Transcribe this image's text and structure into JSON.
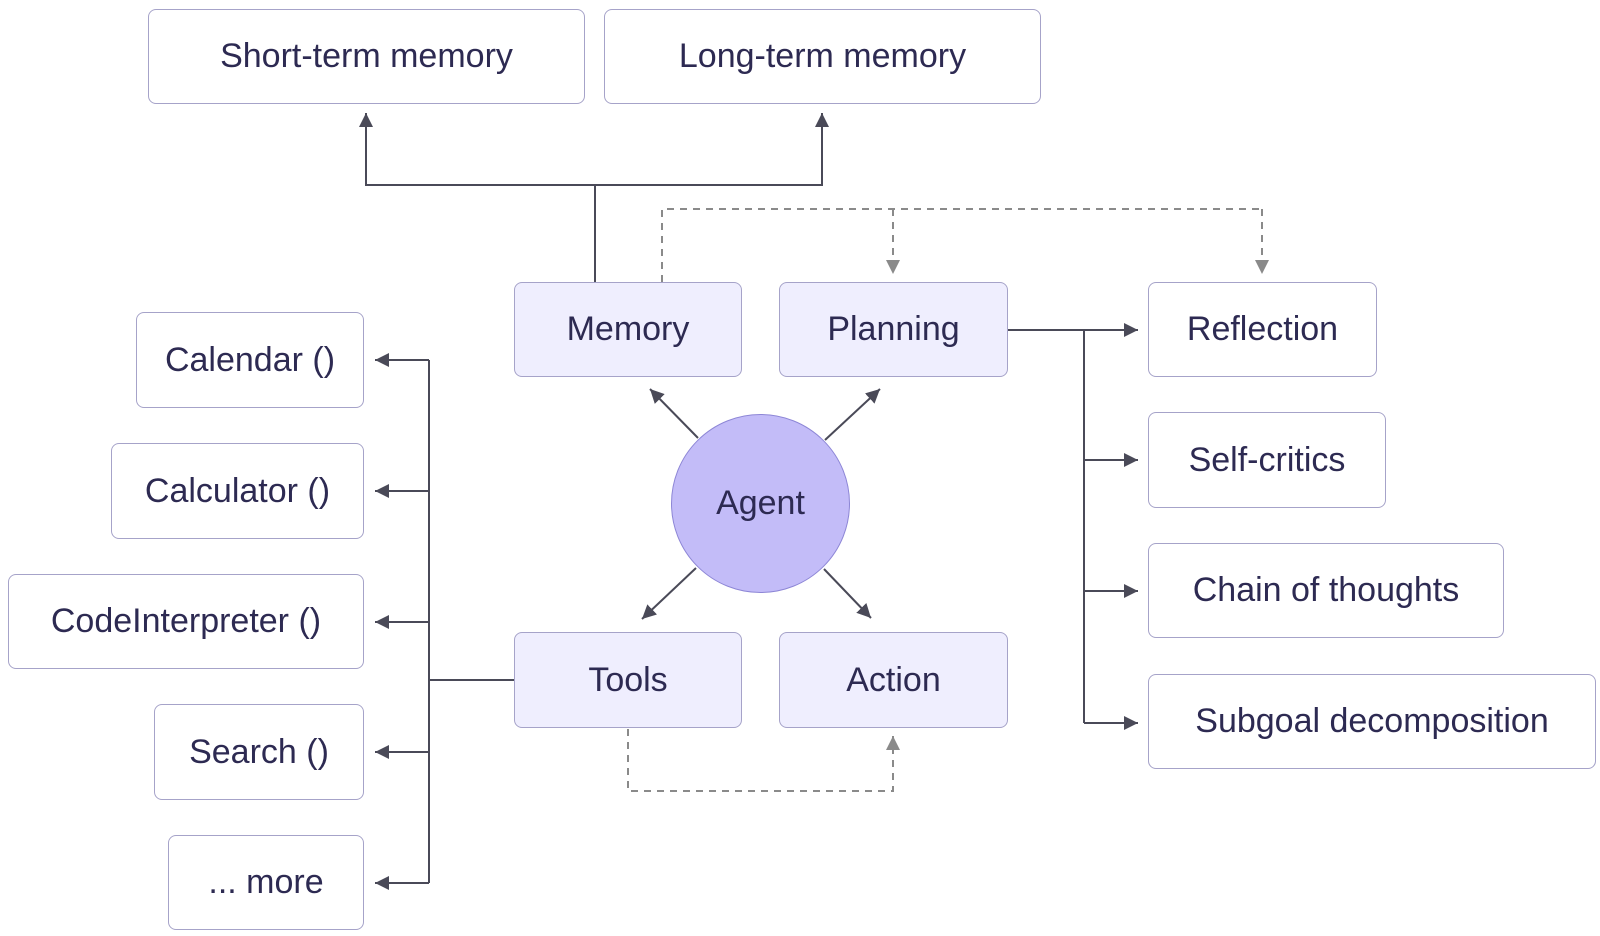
{
  "agent": {
    "label": "Agent"
  },
  "core": {
    "memory": "Memory",
    "planning": "Planning",
    "tools": "Tools",
    "action": "Action"
  },
  "memory_types": {
    "short_term": "Short-term memory",
    "long_term": "Long-term memory"
  },
  "tool_items": [
    "Calendar ()",
    "Calculator ()",
    "CodeInterpreter ()",
    "Search ()",
    "... more"
  ],
  "planning_items": [
    "Reflection",
    "Self-critics",
    "Chain of thoughts",
    "Subgoal decomposition"
  ],
  "colors": {
    "text": "#2d2a52",
    "box_border": "#a6a3c9",
    "core_box_fill": "#efeefe",
    "agent_fill": "#c3bcf8",
    "agent_border": "#8d86d6",
    "arrow_solid": "#4a4a58",
    "arrow_dashed": "#8a8a8a"
  }
}
